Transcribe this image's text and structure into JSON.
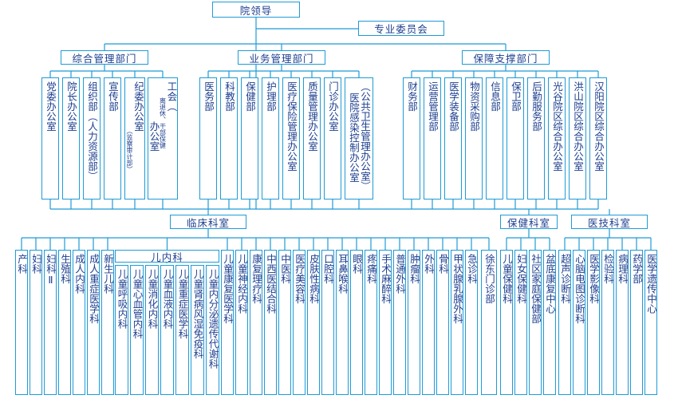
{
  "top": {
    "leader": "院领导",
    "committee": "专业委员会"
  },
  "departments": {
    "comprehensive": {
      "title": "综合管理部门",
      "items": [
        "党委办公室",
        "院长办公室",
        "组织部（人力资源部）",
        "宣传部",
        "纪委办公室"
      ],
      "jiwei_note": "（监察审计部）",
      "gonghui_a": "工会（",
      "gonghui_b": "离退休、干部保健",
      "gonghui_c": "）",
      "gonghui_office": "办公室"
    },
    "business": {
      "title": "业务管理部门",
      "items": [
        "医务部",
        "科教部",
        "保健部",
        "护理部",
        "医疗保险管理办公室",
        "质量管理办公室",
        "门诊办公室"
      ],
      "last_a": "（公共卫生管理办公室）",
      "last_b": "医院感染控制办公室"
    },
    "support": {
      "title": "保障支撑部门",
      "items": [
        "财务部",
        "运营管理部",
        "医学装备部",
        "物资采购部",
        "信息部",
        "保卫部",
        "后勤服务部",
        "光谷院区综合办公室",
        "洪山院区综合办公室",
        "汉阳院区综合办公室"
      ]
    }
  },
  "sections": {
    "clinical": "临床科室",
    "health": "保健科室",
    "tech": "医技科室"
  },
  "clinical_pre": [
    "产科",
    "妇科",
    "妇科Ⅱ",
    "生殖科",
    "成人内科",
    "成人重症医学科",
    "新生儿科"
  ],
  "pediatric": {
    "title": "儿内科",
    "items": [
      "儿童呼吸内科",
      "儿童心血管内科",
      "儿童消化内科",
      "儿童血液内科",
      "儿童重症医学科",
      "儿童肾病风湿免疫科",
      "儿童内分泌遗传代谢科"
    ]
  },
  "clinical_post": [
    "儿童康复医学科",
    "儿童神经内科",
    "康复理疗科",
    "中西医结合科",
    "中医科",
    "医疗美容科",
    "皮肤性病科",
    "口腔科",
    "耳鼻喉科",
    "眼科",
    "疼痛科",
    "手术麻醉科",
    "普通外科",
    "肿瘤科",
    "外科",
    "骨科",
    "甲状腺乳腺外科",
    "急诊科",
    "徐东门诊部"
  ],
  "health_items": [
    "儿童保健科",
    "妇女保健科",
    "社区家庭保健部",
    "盆底康复中心"
  ],
  "tech_items": [
    "超声诊断科",
    "心脑电图诊断科",
    "医学影像科",
    "检验科",
    "病理科",
    "药学部",
    "医学遗传中心"
  ]
}
